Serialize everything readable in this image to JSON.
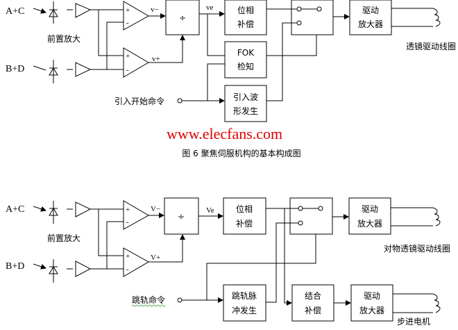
{
  "watermark": "www.elecfans.com",
  "fig1": {
    "input_ac": "A+C",
    "input_bd": "B+D",
    "preamp": "前置放大",
    "v_minus": "v−",
    "v_plus": "v+",
    "ve": "ve",
    "divide": "÷",
    "phase_comp": [
      "位相",
      "补偿"
    ],
    "detect": [
      "FOK",
      "检知"
    ],
    "waveform_gen": [
      "引入波",
      "形发生"
    ],
    "start_cmd": "引入开始命令",
    "driver_amp": [
      "驱动",
      "放大器"
    ],
    "coil": "透镜驱动线圈",
    "caption": "图 6  聚焦伺服机构的基本构成图"
  },
  "fig2": {
    "input_ac": "A+C",
    "input_bd": "B+D",
    "preamp": "前置放大",
    "v_minus": "V−",
    "v_plus": "V+",
    "ve": "Ve",
    "divide": "÷",
    "phase_comp": [
      "位相",
      "补偿"
    ],
    "jump_pulse": [
      "跳轨脉",
      "冲发生"
    ],
    "jump_cmd": "跳轨命令",
    "combine_comp": [
      "结合",
      "补偿"
    ],
    "driver_amp1": [
      "驱动",
      "放大器"
    ],
    "driver_amp2": [
      "驱动",
      "放大器"
    ],
    "coil": "对物透镜驱动线圈",
    "motor": "步进电机"
  }
}
